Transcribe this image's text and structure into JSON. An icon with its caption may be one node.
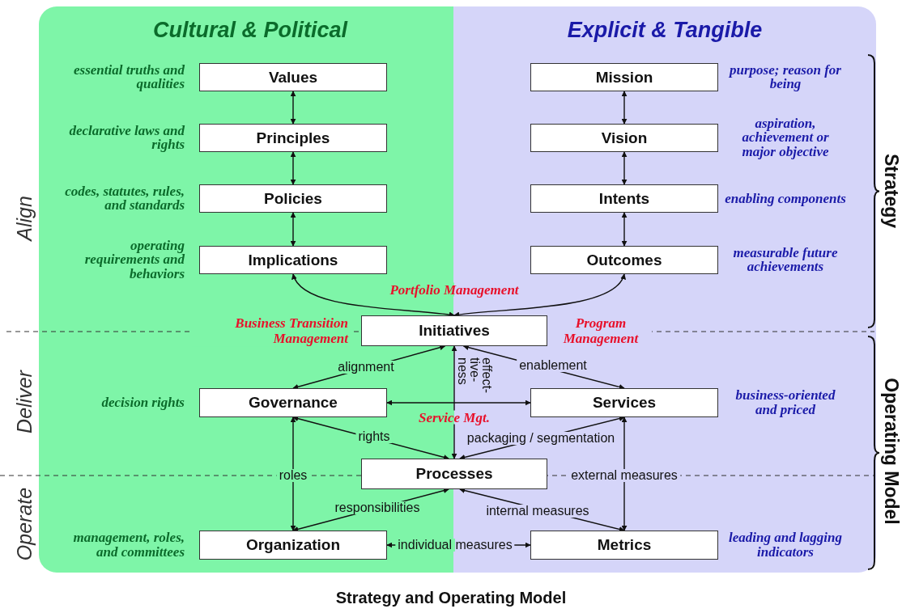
{
  "diagram": {
    "caption": "Strategy and Operating Model",
    "nodes": [
      {
        "text": [
          "Cultural & Political"
        ]
      },
      {
        "text": [
          "Explicit & Tangible"
        ]
      },
      {
        "text": [
          "Values"
        ],
        "in": 0,
        "beside": [
          "essential truths and qualities"
        ]
      },
      {
        "text": [
          "Mission"
        ],
        "in": 1,
        "beside": [
          "purpose; reason for being"
        ]
      },
      {
        "text": [
          "Principles"
        ],
        "in": 0,
        "beside": [
          "declarative laws and rights"
        ]
      },
      {
        "text": [
          "Vision"
        ],
        "in": 1,
        "beside": [
          "aspiration, achievement or major objective"
        ]
      },
      {
        "text": [
          "Policies"
        ],
        "in": 0,
        "beside": [
          "codes, statutes, rules, and standards"
        ]
      },
      {
        "text": [
          "Intents"
        ],
        "in": 1,
        "beside": [
          "enabling components"
        ]
      },
      {
        "text": [
          "Implications"
        ],
        "in": 0,
        "beside": [
          "operating requirements and behaviors"
        ]
      },
      {
        "text": [
          "Outcomes"
        ],
        "in": 1,
        "beside": [
          "measurable future achievements"
        ]
      },
      {
        "text": [
          "Initiatives"
        ]
      },
      {
        "text": [
          "Governance"
        ],
        "in": 0,
        "beside": [
          "decision rights"
        ]
      },
      {
        "text": [
          "Services"
        ],
        "in": 1,
        "beside": [
          "business-oriented and priced"
        ]
      },
      {
        "text": [
          "Processes"
        ]
      },
      {
        "text": [
          "Organization"
        ],
        "in": 0,
        "beside": [
          "management, roles, and committees"
        ]
      },
      {
        "text": [
          "Metrics"
        ],
        "in": 1,
        "beside": [
          "leading and lagging indicators"
        ]
      }
    ],
    "edges": [
      {
        "from": 2,
        "to": 4,
        "arrow": "both"
      },
      {
        "from": 3,
        "to": 5,
        "arrow": "both"
      },
      {
        "from": 4,
        "to": 6,
        "arrow": "both"
      },
      {
        "from": 5,
        "to": 7,
        "arrow": "both"
      },
      {
        "from": 6,
        "to": 8,
        "arrow": "both"
      },
      {
        "from": 7,
        "to": 9,
        "arrow": "both"
      },
      {
        "from": 8,
        "to": 10,
        "arrow": "both",
        "label": "Portfolio Management"
      },
      {
        "from": 9,
        "to": 10,
        "arrow": "both"
      },
      {
        "from": 10,
        "to": 11,
        "arrow": "both",
        "label": "alignment"
      },
      {
        "from": 10,
        "to": 12,
        "arrow": "both",
        "label": "enablement"
      },
      {
        "from": 13,
        "to": 10,
        "arrow": "both",
        "label": "effect- tive- ness"
      },
      {
        "from": 11,
        "to": 12,
        "arrow": "both",
        "label": "Service Mgt."
      },
      {
        "from": 11,
        "to": 13,
        "arrow": "both",
        "label": "rights"
      },
      {
        "from": 12,
        "to": 13,
        "arrow": "both",
        "label": "packaging / segmentation"
      },
      {
        "from": 11,
        "to": 14,
        "arrow": "both",
        "label": "roles"
      },
      {
        "from": 14,
        "to": 13,
        "arrow": "both",
        "label": "responsibilities"
      },
      {
        "from": 13,
        "to": 15,
        "arrow": "both",
        "label": "internal measures"
      },
      {
        "from": 12,
        "to": 15,
        "arrow": "both",
        "label": "external measures"
      },
      {
        "from": 14,
        "to": 15,
        "arrow": "both",
        "label": "individual measures"
      }
    ],
    "labels": [
      "Business Transition Management",
      "Program Management",
      "Align",
      "Deliver",
      "Operate",
      "Strategy",
      "Operating Model"
    ]
  }
}
